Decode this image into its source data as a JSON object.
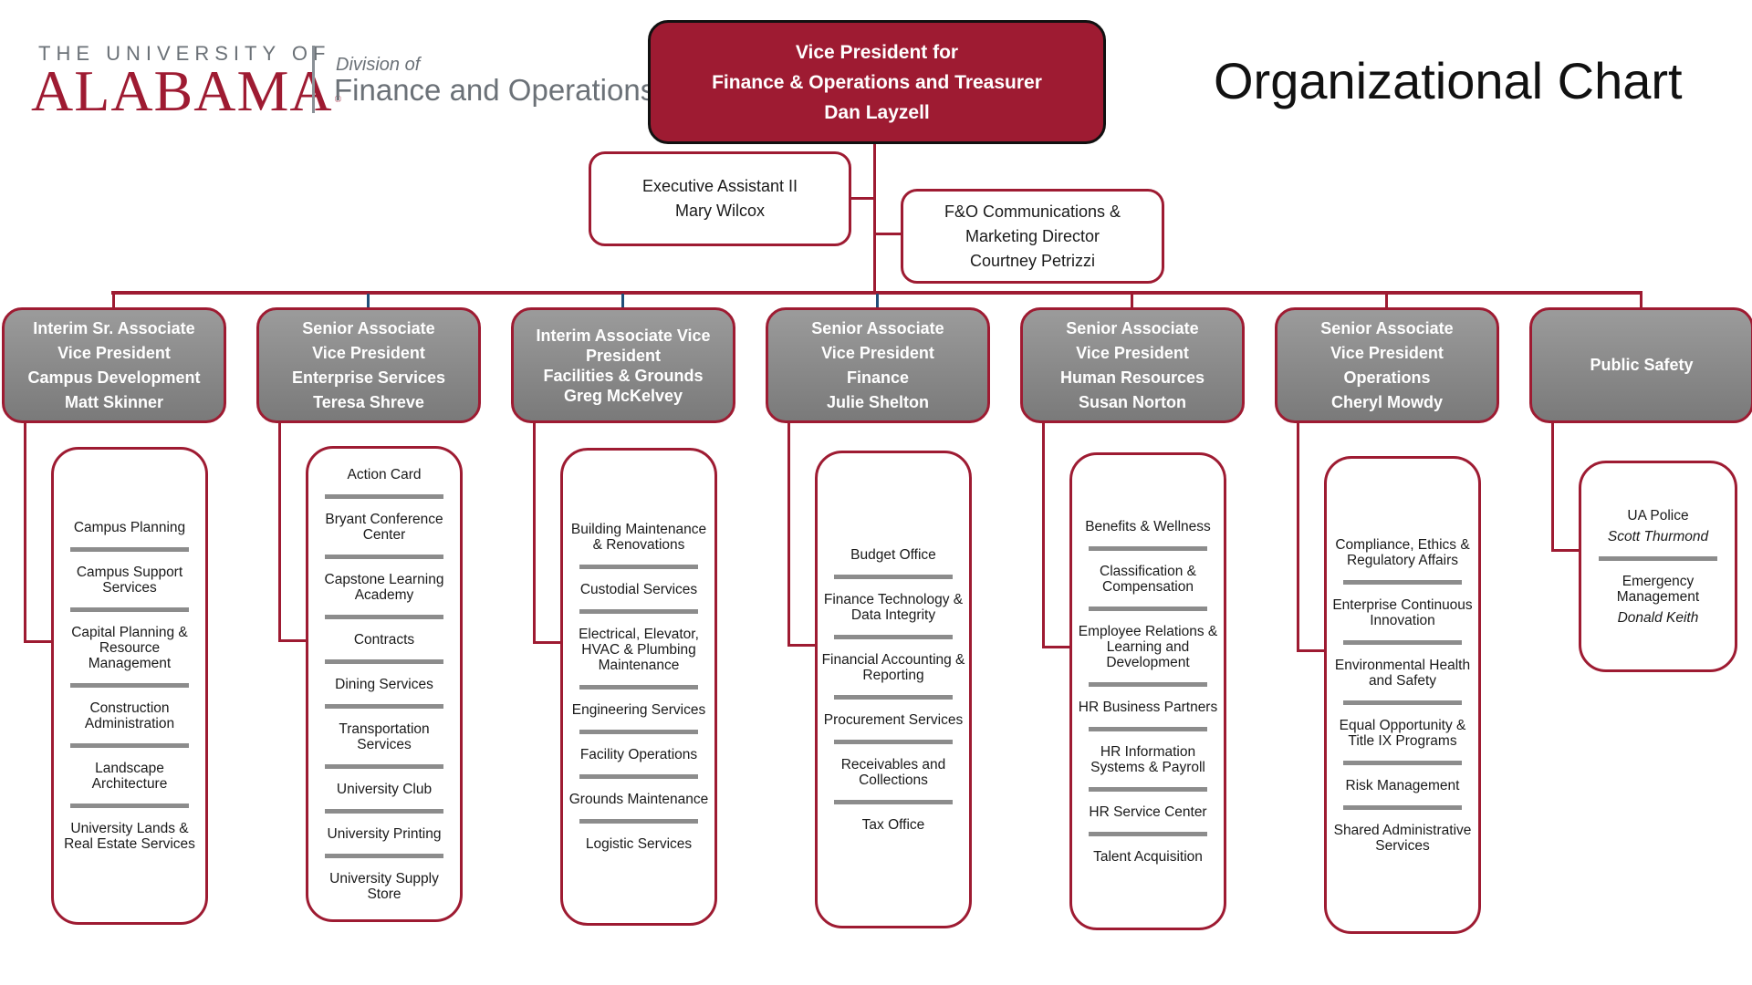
{
  "header": {
    "logo_top": "THE UNIVERSITY OF",
    "logo_main": "ALABAMA",
    "logo_reg": "®",
    "division_of": "Division of",
    "division_name": "Finance and Operations",
    "page_title": "Organizational Chart"
  },
  "colors": {
    "brand_crimson": "#9e1b32",
    "director_gray": "#8a8a8a",
    "separator_gray": "#8c8c8c"
  },
  "vp": {
    "line1": "Vice President for",
    "line2": "Finance & Operations and Treasurer",
    "name": "Dan Layzell"
  },
  "staff": [
    {
      "title": "Executive Assistant II",
      "name": "Mary Wilcox"
    },
    {
      "title1": "F&O Communications &",
      "title2": "Marketing Director",
      "name": "Courtney Petrizzi"
    }
  ],
  "directors": [
    {
      "lines": [
        "Interim Sr. Associate",
        "Vice President",
        "Campus Development",
        "Matt Skinner"
      ],
      "departments": [
        "Campus Planning",
        "Campus Support Services",
        "Capital Planning & Resource Management",
        "Construction Administration",
        "Landscape Architecture",
        "University Lands & Real Estate Services"
      ]
    },
    {
      "lines": [
        "Senior Associate",
        "Vice President",
        "Enterprise Services",
        "Teresa Shreve"
      ],
      "departments": [
        "Action Card",
        "Bryant Conference Center",
        "Capstone Learning Academy",
        "Contracts",
        "Dining Services",
        "Transportation Services",
        "University Club",
        "University Printing",
        "University Supply Store"
      ]
    },
    {
      "lines": [
        "Interim Associate Vice President",
        "Facilities & Grounds",
        "Greg McKelvey"
      ],
      "departments": [
        "Building Maintenance & Renovations",
        "Custodial Services",
        "Electrical, Elevator, HVAC & Plumbing Maintenance",
        "Engineering Services",
        "Facility Operations",
        "Grounds Maintenance",
        "Logistic Services"
      ]
    },
    {
      "lines": [
        "Senior Associate",
        "Vice President",
        "Finance",
        "Julie Shelton"
      ],
      "departments": [
        "Budget Office",
        "Finance Technology & Data Integrity",
        "Financial Accounting & Reporting",
        "Procurement Services",
        "Receivables and Collections",
        "Tax Office"
      ]
    },
    {
      "lines": [
        "Senior Associate",
        "Vice President",
        "Human Resources",
        "Susan Norton"
      ],
      "departments": [
        "Benefits & Wellness",
        "Classification & Compensation",
        "Employee Relations & Learning and Development",
        "HR Business Partners",
        "HR Information Systems & Payroll",
        "HR Service Center",
        "Talent Acquisition"
      ]
    },
    {
      "lines": [
        "Senior Associate",
        "Vice President",
        "Operations",
        "Cheryl Mowdy"
      ],
      "departments": [
        "Compliance, Ethics & Regulatory Affairs",
        "Enterprise Continuous Innovation",
        "Environmental Health and Safety",
        "Equal Opportunity & Title IX Programs",
        "Risk Management",
        "Shared Administrative Services"
      ]
    },
    {
      "lines": [
        "Public Safety"
      ],
      "departments": [
        {
          "name": "UA Police",
          "person": "Scott Thurmond"
        },
        {
          "name": "Emergency Management",
          "person": "Donald Keith"
        }
      ]
    }
  ]
}
